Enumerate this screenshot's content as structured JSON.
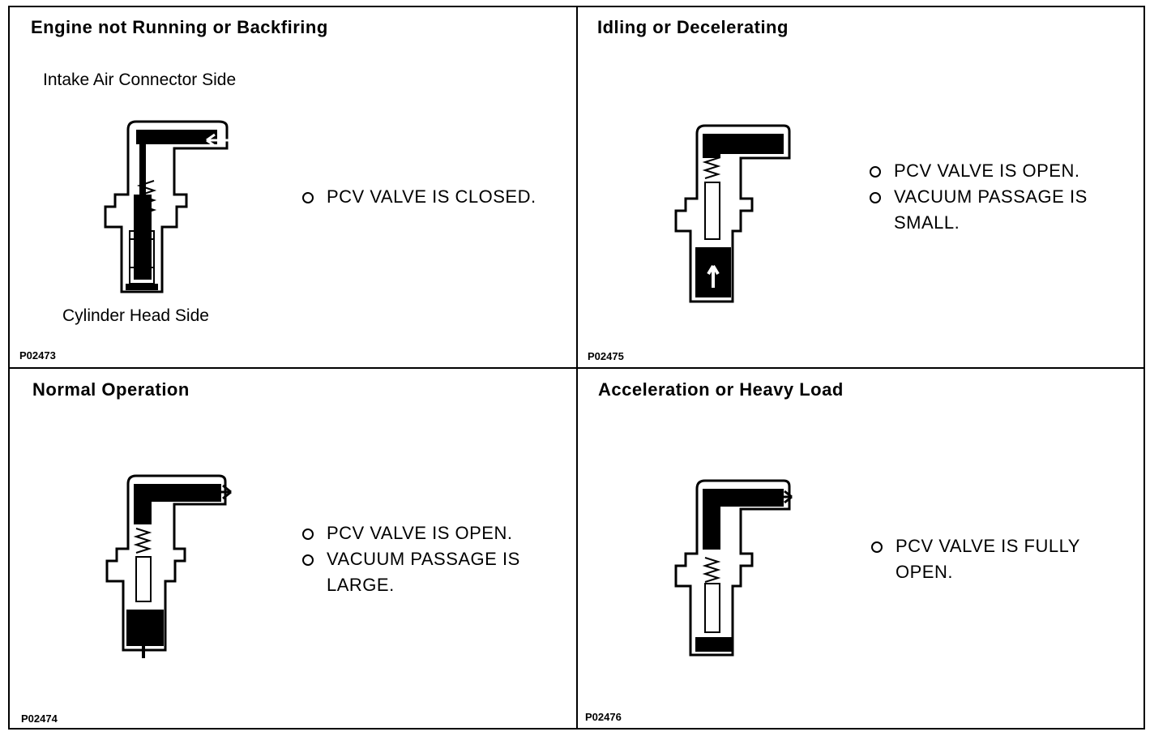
{
  "panels": [
    {
      "title": "Engine not Running or Backfiring",
      "top_label": "Intake Air Connector Side",
      "bottom_label": "Cylinder Head Side",
      "code": "P02473",
      "notes": [
        "PCV VALVE IS CLOSED."
      ]
    },
    {
      "title": "Idling or Decelerating",
      "code": "P02475",
      "notes": [
        "PCV VALVE IS OPEN.",
        "VACUUM PASSAGE IS",
        "SMALL."
      ]
    },
    {
      "title": "Normal Operation",
      "code": "P02474",
      "notes": [
        "PCV VALVE IS OPEN.",
        "VACUUM PASSAGE IS",
        "LARGE."
      ]
    },
    {
      "title": "Acceleration or Heavy Load",
      "code": "P02476",
      "notes": [
        "PCV VALVE IS FULLY",
        "OPEN."
      ]
    }
  ]
}
